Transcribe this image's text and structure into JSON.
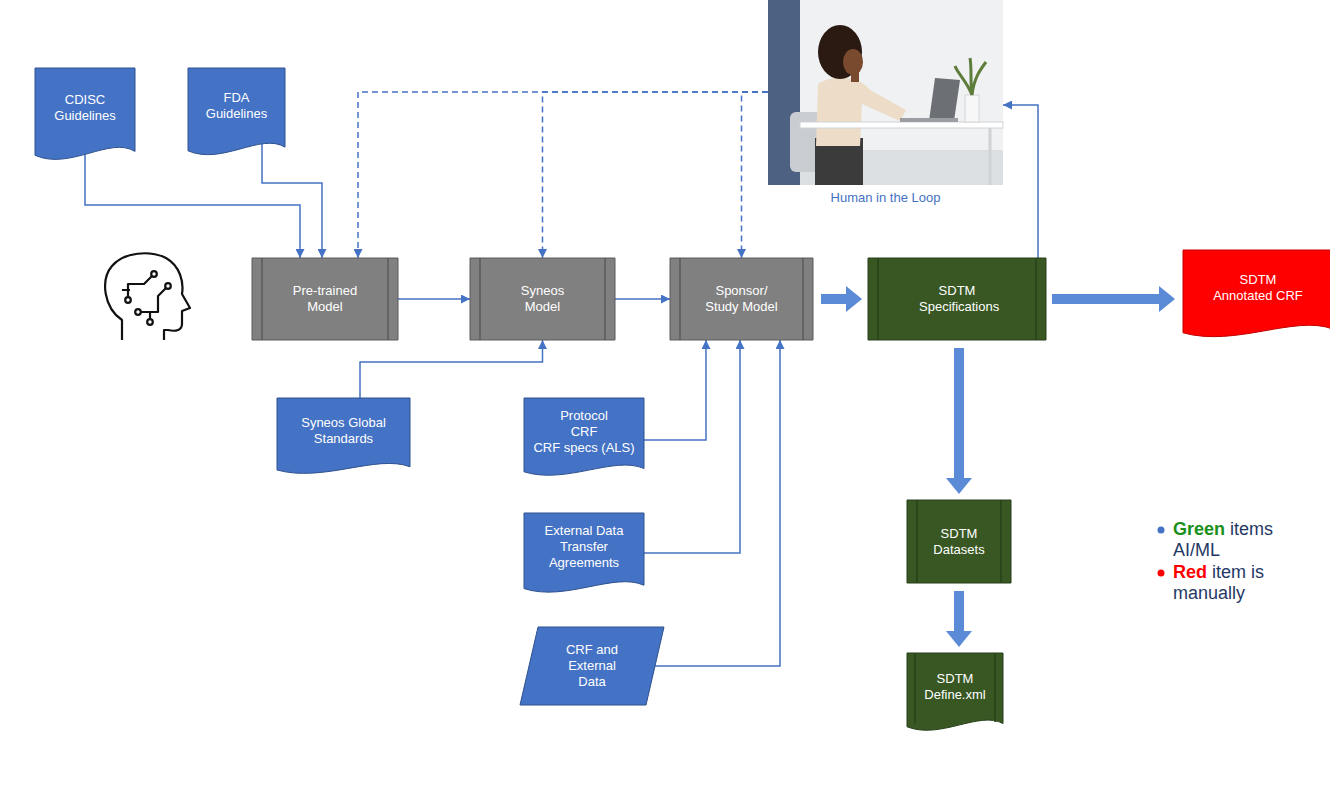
{
  "diagram": {
    "nodes": [
      {
        "text": [
          "CDISC Guidelines"
        ]
      },
      {
        "text": [
          "FDA Guidelines"
        ]
      },
      {
        "text": [
          "Human in the Loop"
        ]
      },
      {
        "text": [
          "Pre-trained Model"
        ]
      },
      {
        "text": [
          "Syneos Model"
        ]
      },
      {
        "text": [
          "Sponsor/ Study Model"
        ]
      },
      {
        "text": [
          "SDTM Specifications"
        ]
      },
      {
        "text": [
          "SDTM Annotated CRF"
        ]
      },
      {
        "text": [
          "Syneos Global Standards"
        ]
      },
      {
        "text": [
          "Protocol",
          "CRF",
          "CRF specs (ALS)"
        ]
      },
      {
        "text": [
          "External Data Transfer Agreements"
        ]
      },
      {
        "text": [
          "CRF and External Data"
        ]
      },
      {
        "text": [
          "SDTM Datasets"
        ]
      },
      {
        "text": [
          "SDTM Define.xml"
        ]
      }
    ],
    "edges": [
      {
        "from": 0,
        "to": 3,
        "arrow": "to"
      },
      {
        "from": 1,
        "to": 3,
        "arrow": "to"
      },
      {
        "from": 2,
        "to": 3,
        "arrow": "to"
      },
      {
        "from": 2,
        "to": 4,
        "arrow": "to"
      },
      {
        "from": 2,
        "to": 5,
        "arrow": "to"
      },
      {
        "from": 3,
        "to": 4,
        "arrow": "to"
      },
      {
        "from": 4,
        "to": 5,
        "arrow": "to"
      },
      {
        "from": 5,
        "to": 6,
        "arrow": "to"
      },
      {
        "from": 6,
        "to": 2,
        "arrow": "to"
      },
      {
        "from": 6,
        "to": 7,
        "arrow": "to"
      },
      {
        "from": 6,
        "to": 12,
        "arrow": "to"
      },
      {
        "from": 12,
        "to": 13,
        "arrow": "to"
      },
      {
        "from": 8,
        "to": 4,
        "arrow": "to"
      },
      {
        "from": 9,
        "to": 5,
        "arrow": "to"
      },
      {
        "from": 10,
        "to": 5,
        "arrow": "to"
      },
      {
        "from": 11,
        "to": 5,
        "arrow": "to"
      }
    ],
    "labels": [
      "Green",
      "items",
      "AI/ML",
      "Red",
      "item is",
      "manually"
    ]
  }
}
